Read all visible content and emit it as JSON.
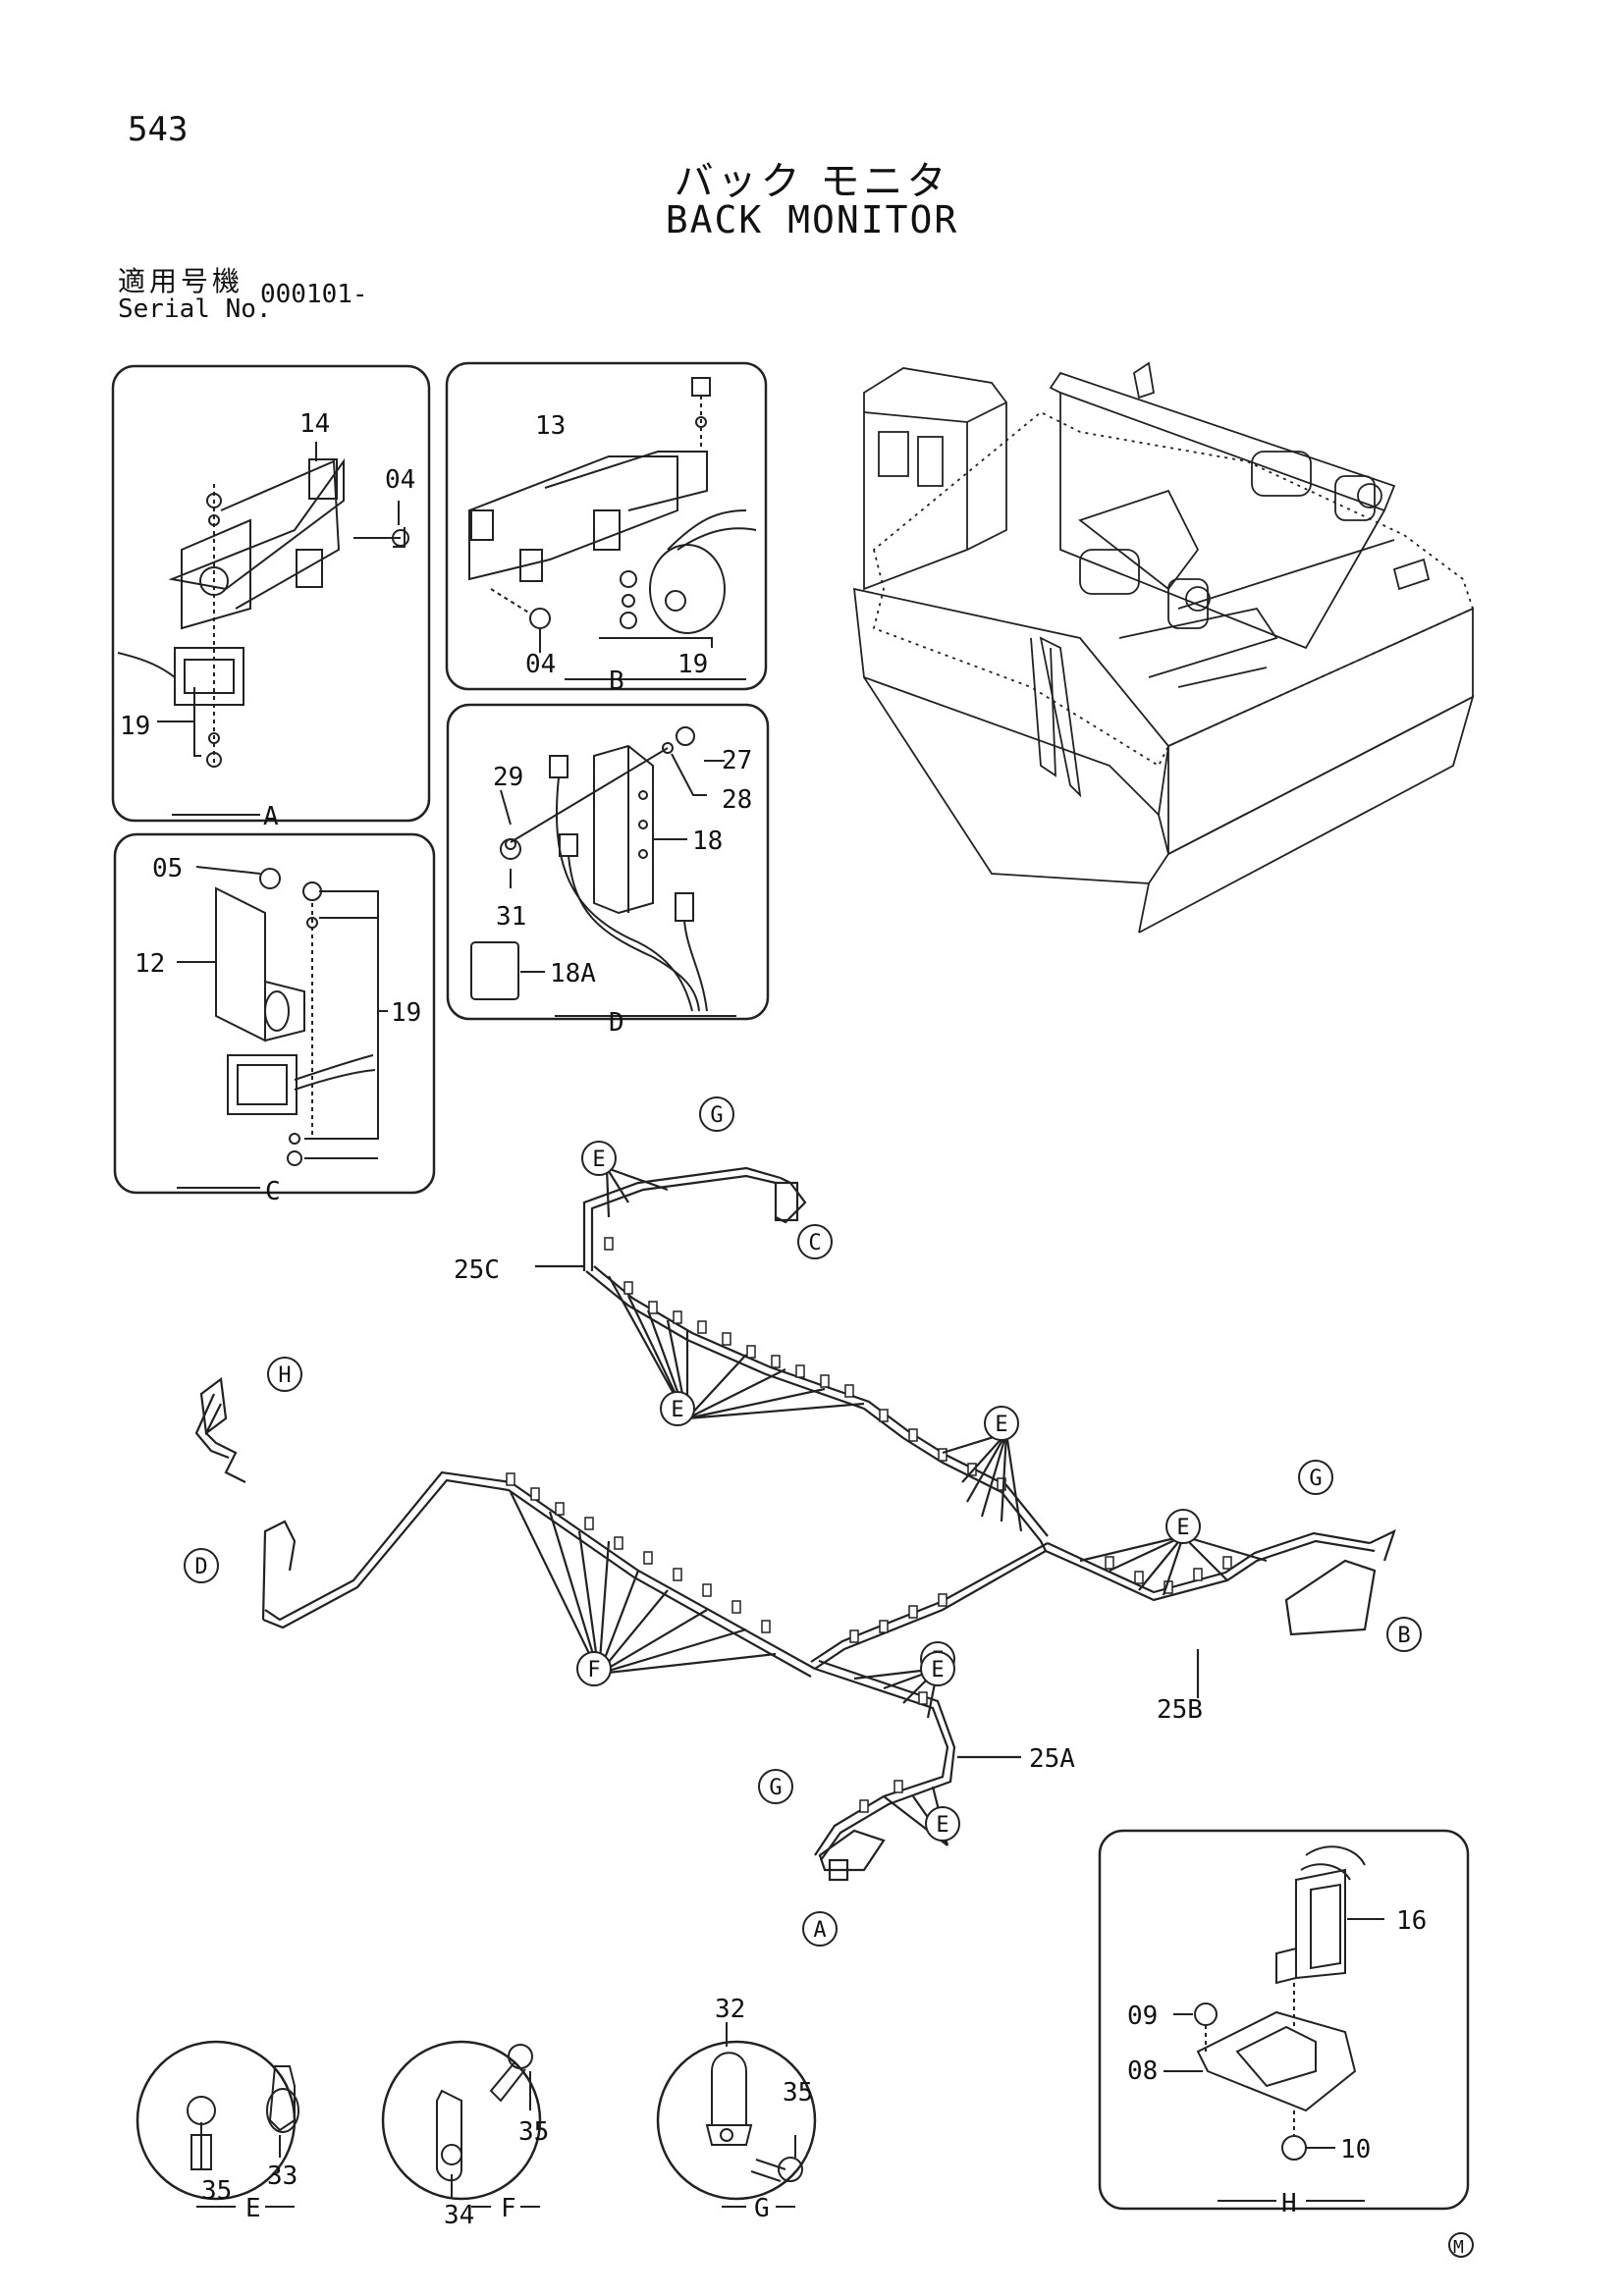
{
  "page_number": "543",
  "title_jp": "バック モニタ",
  "title_en": "BACK MONITOR",
  "serial": {
    "label_jp": "適用号機",
    "label_en": "Serial No.",
    "value": "000101-"
  },
  "panels": {
    "A": {
      "caption": "A",
      "labels": [
        "14",
        "04",
        "19"
      ]
    },
    "B": {
      "caption": "B",
      "labels": [
        "13",
        "04",
        "19"
      ]
    },
    "C": {
      "caption": "C",
      "labels": [
        "05",
        "12",
        "19"
      ]
    },
    "D": {
      "caption": "D",
      "labels": [
        "29",
        "27",
        "28",
        "18",
        "31",
        "18A"
      ]
    },
    "E": {
      "caption": "E",
      "labels": [
        "35",
        "33"
      ]
    },
    "F": {
      "caption": "F",
      "labels": [
        "34",
        "35"
      ]
    },
    "G": {
      "caption": "G",
      "labels": [
        "32",
        "35"
      ]
    },
    "H": {
      "caption": "H",
      "labels": [
        "16",
        "09",
        "08",
        "10"
      ]
    }
  },
  "harness": {
    "labels": [
      "25C",
      "25B",
      "25A"
    ],
    "callouts": [
      "G",
      "C",
      "E",
      "E",
      "E",
      "H",
      "D",
      "F",
      "E",
      "E",
      "G",
      "B",
      "G",
      "A",
      "E",
      "E"
    ]
  },
  "corner_mark": "M"
}
